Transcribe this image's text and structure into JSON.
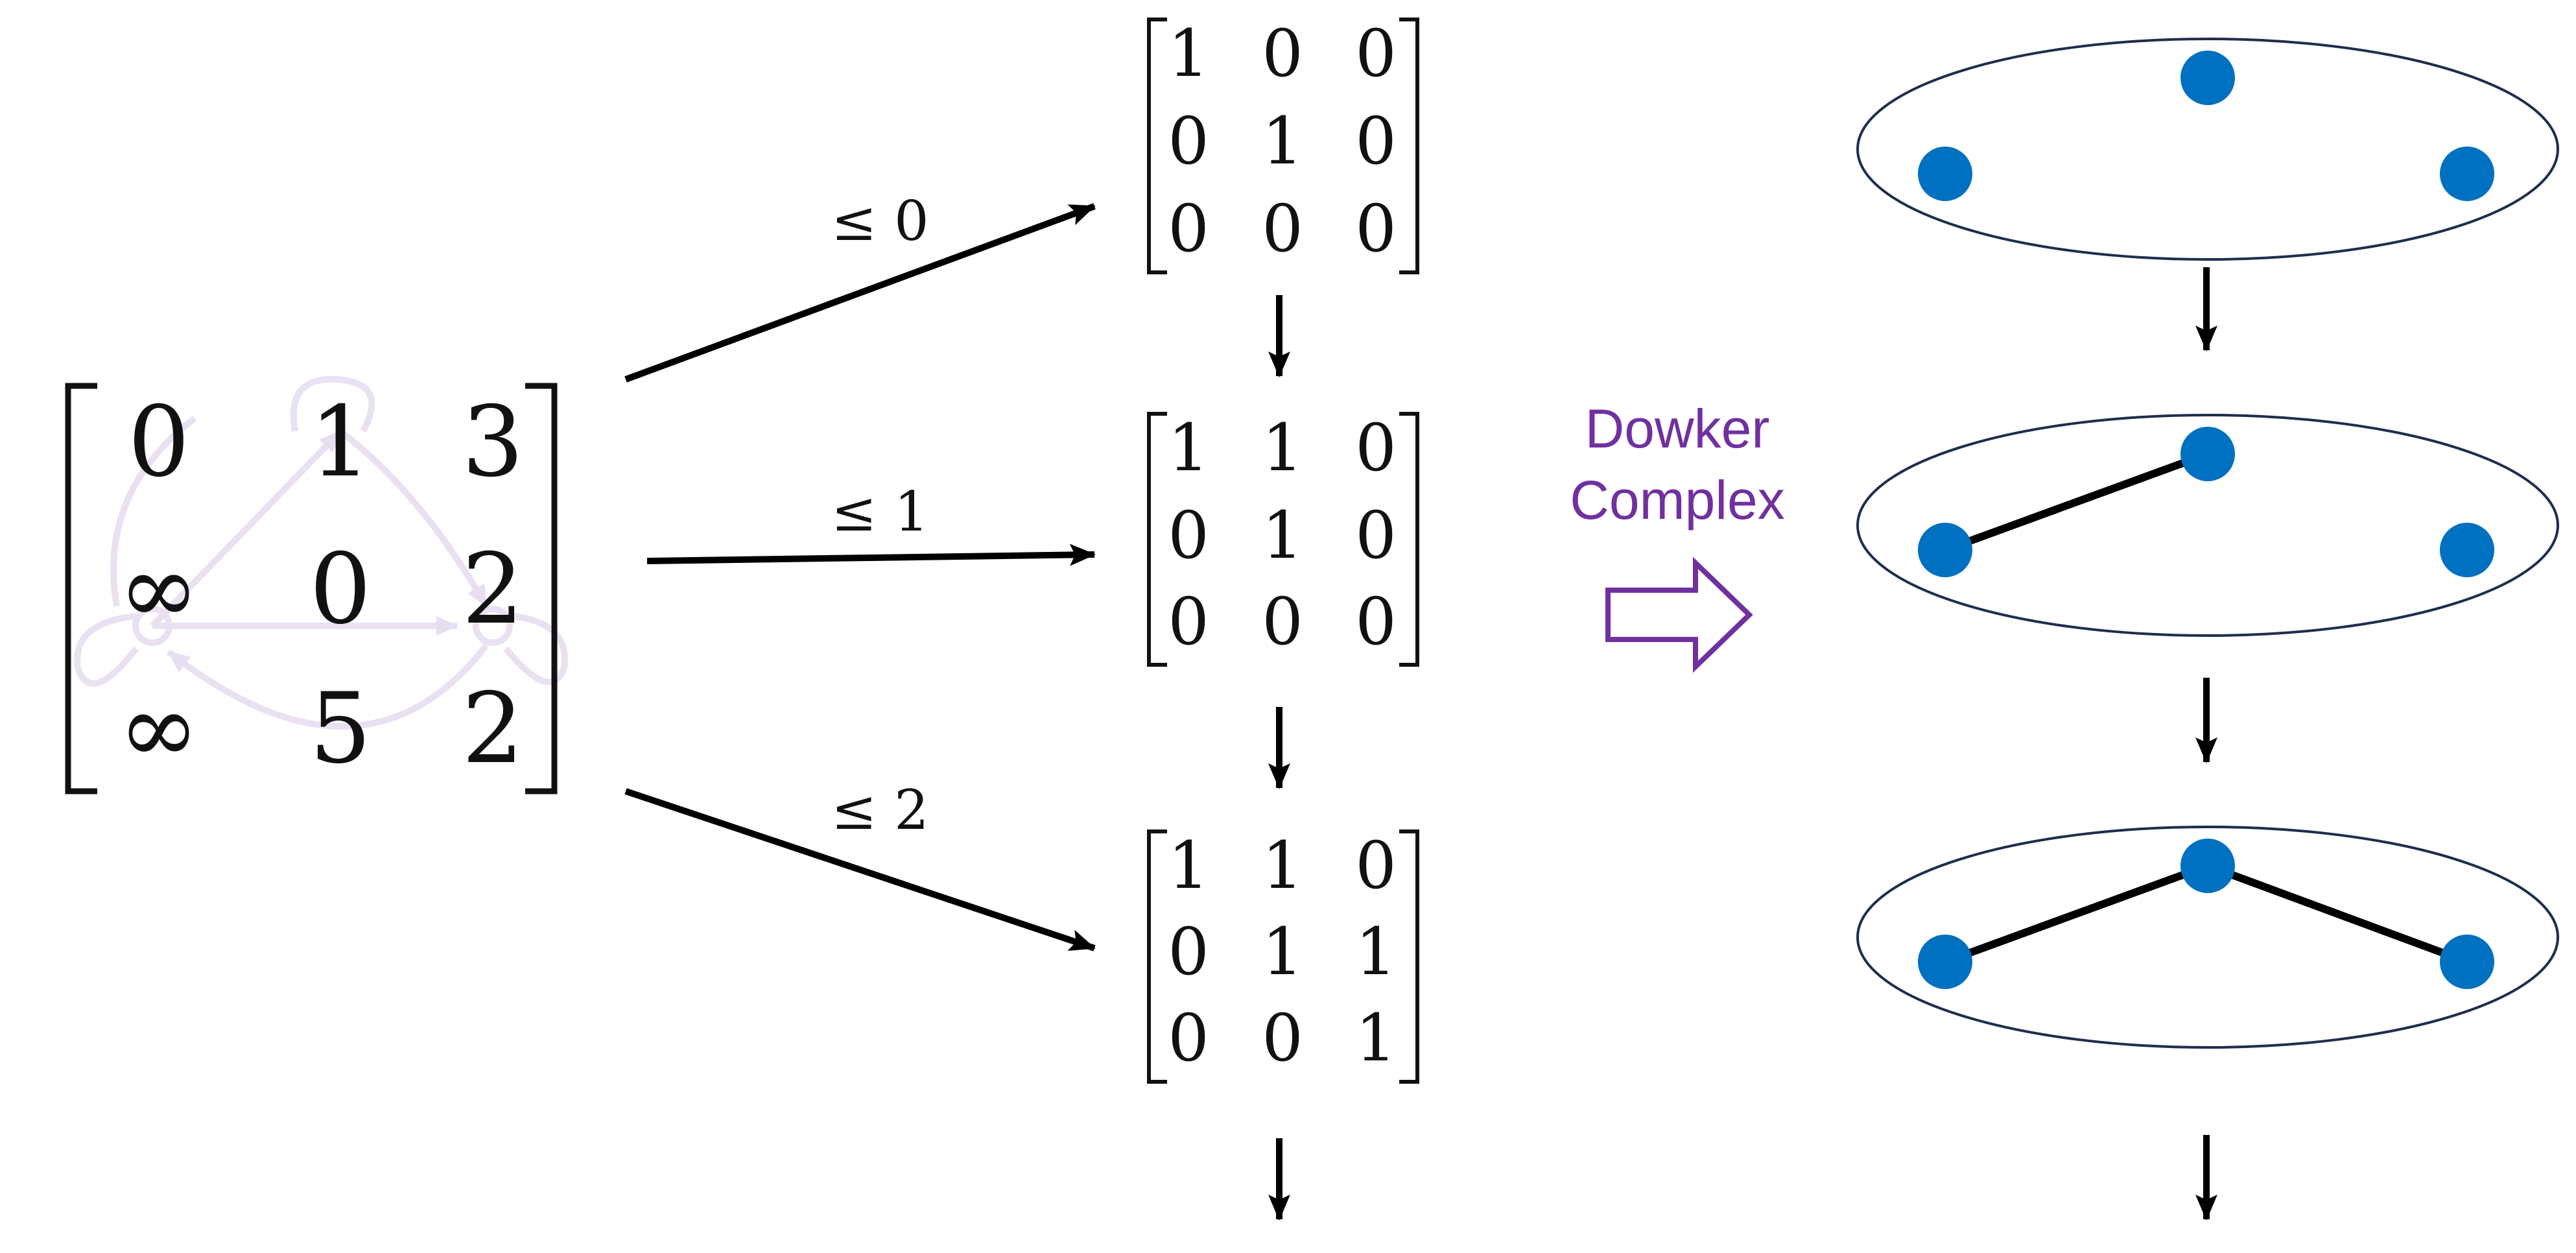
{
  "source_matrix": {
    "rows": [
      [
        "0",
        "1",
        "3"
      ],
      [
        "∞",
        "0",
        "2"
      ],
      [
        "∞",
        "5",
        "2"
      ]
    ]
  },
  "threshold_labels": [
    "≤ 0",
    "≤ 1",
    "≤ 2"
  ],
  "filtered_matrices": [
    {
      "rows": [
        [
          "1",
          "0",
          "0"
        ],
        [
          "0",
          "1",
          "0"
        ],
        [
          "0",
          "0",
          "0"
        ]
      ]
    },
    {
      "rows": [
        [
          "1",
          "1",
          "0"
        ],
        [
          "0",
          "1",
          "0"
        ],
        [
          "0",
          "0",
          "0"
        ]
      ]
    },
    {
      "rows": [
        [
          "1",
          "1",
          "0"
        ],
        [
          "0",
          "1",
          "1"
        ],
        [
          "0",
          "0",
          "1"
        ]
      ]
    }
  ],
  "transform": {
    "line1": "Dowker",
    "line2": "Complex",
    "color": "#7030a0"
  },
  "complexes": [
    {
      "edges": []
    },
    {
      "edges": [
        [
          "left",
          "top"
        ]
      ]
    },
    {
      "edges": [
        [
          "left",
          "top"
        ],
        [
          "top",
          "right"
        ]
      ]
    }
  ],
  "colors": {
    "vertex": "#0070c0",
    "ellipse_stroke": "#1f2d4d",
    "arrow": "#000000",
    "faded_graph": "#e8e0f2"
  }
}
